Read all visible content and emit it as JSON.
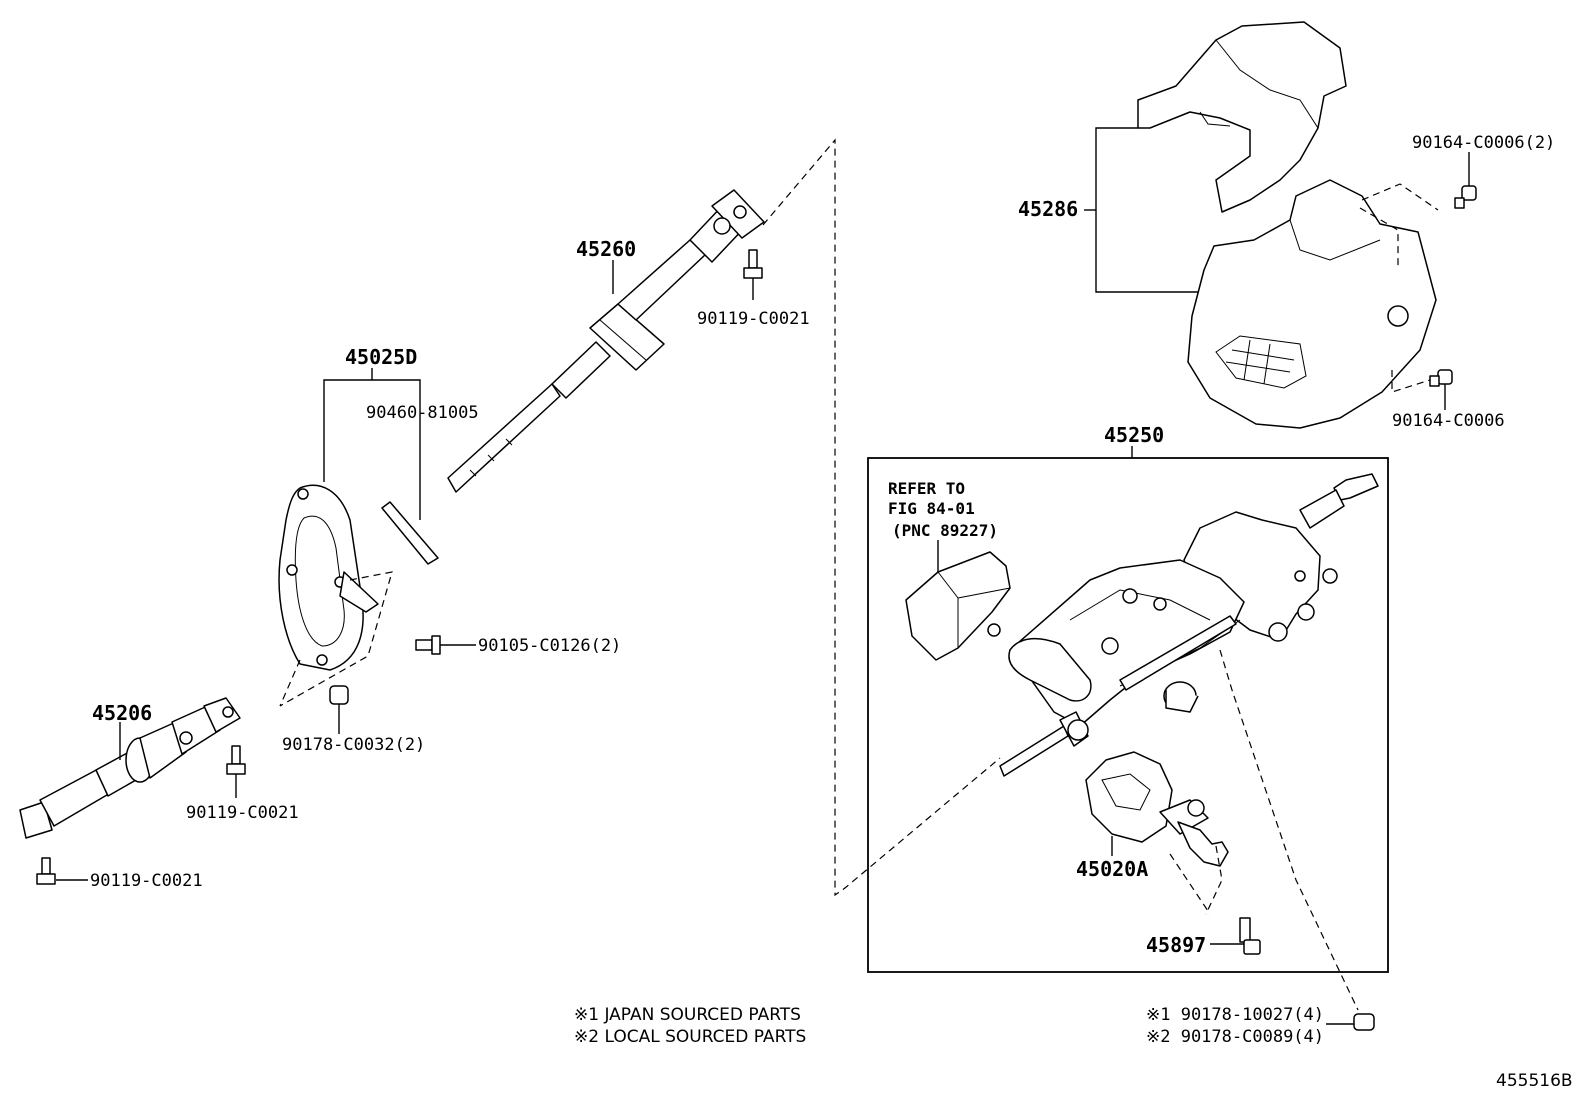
{
  "parts": {
    "p45260": "45260",
    "p90119_a": "90119-C0021",
    "p45025D": "45025D",
    "p90460": "90460-81005",
    "p90105": "90105-C0126(2)",
    "p90178_c0032": "90178-C0032(2)",
    "p45206": "45206",
    "p90119_b": "90119-C0021",
    "p90119_c": "90119-C0021",
    "p45286": "45286",
    "p90164_2": "90164-C0006(2)",
    "p90164": "90164-C0006",
    "p45250": "45250",
    "p45020A": "45020A",
    "p45897": "45897",
    "p90178_10027": "※1 90178-10027(4)",
    "p90178_c0089": "※2 90178-C0089(4)"
  },
  "refer": {
    "line1": "REFER TO",
    "line2": "FIG 84-01",
    "line3": "(PNC 89227)"
  },
  "notes": {
    "japan": "※1 JAPAN SOURCED PARTS",
    "local": "※2 LOCAL SOURCED PARTS"
  },
  "figure_id": "455516B"
}
